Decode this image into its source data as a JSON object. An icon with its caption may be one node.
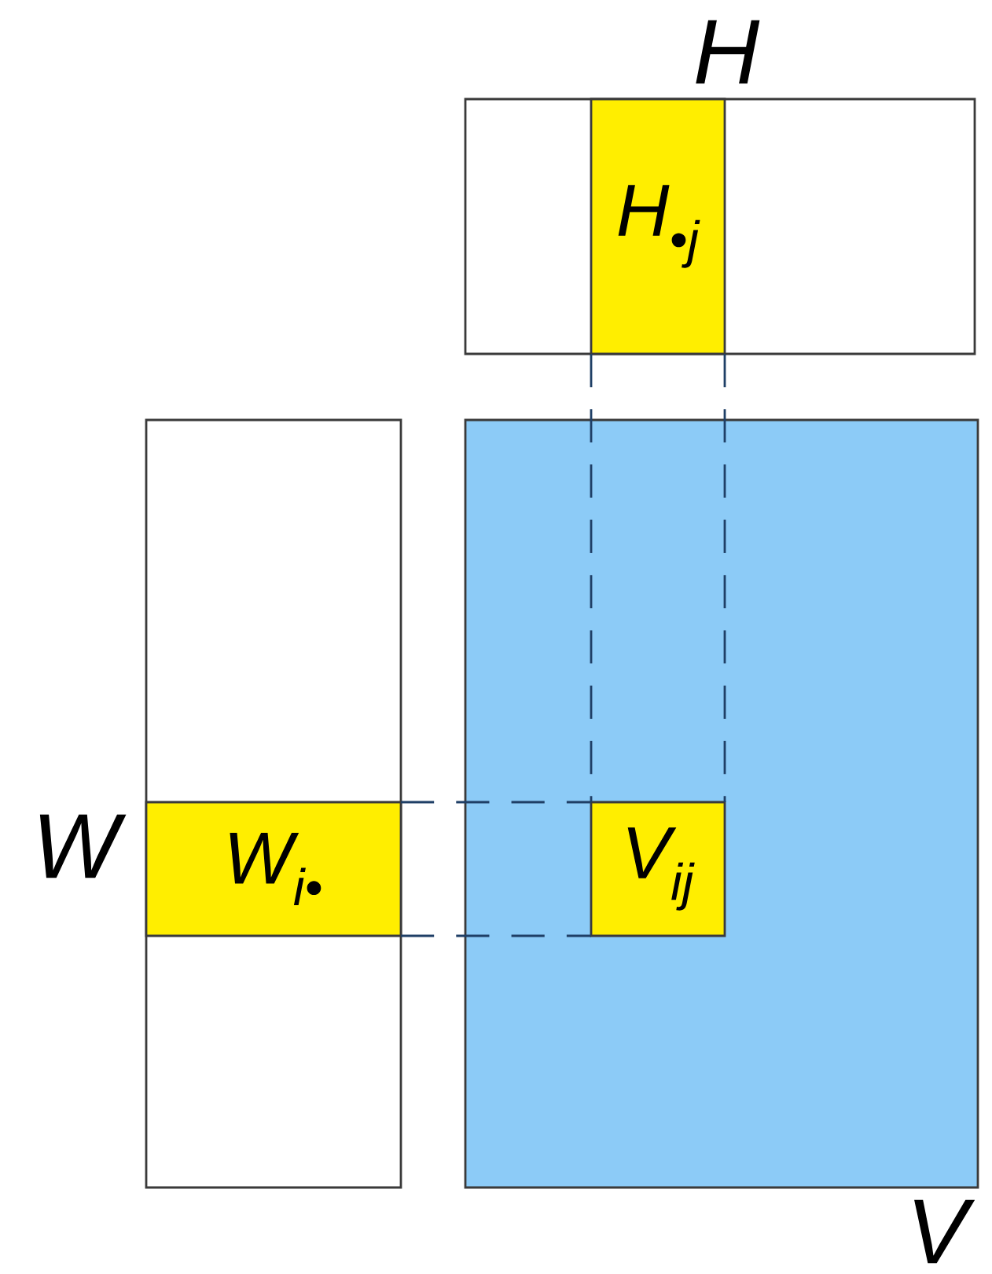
{
  "diagram": {
    "nodes": [
      {
        "text": [
          "H"
        ]
      },
      {
        "text": [
          "H$_{•j}$"
        ],
        "in": 0
      },
      {
        "text": [
          "W"
        ]
      },
      {
        "text": [
          "W$_{i•}$"
        ],
        "in": 2
      },
      {
        "text": [
          "V"
        ]
      },
      {
        "text": [
          "V$_{ij}$"
        ],
        "in": 4
      }
    ],
    "edges": [
      {
        "from": 1,
        "to": 5,
        "arrow": "none",
        "style": "dashed"
      },
      {
        "from": 3,
        "to": 5,
        "arrow": "none",
        "style": "dashed"
      }
    ]
  }
}
